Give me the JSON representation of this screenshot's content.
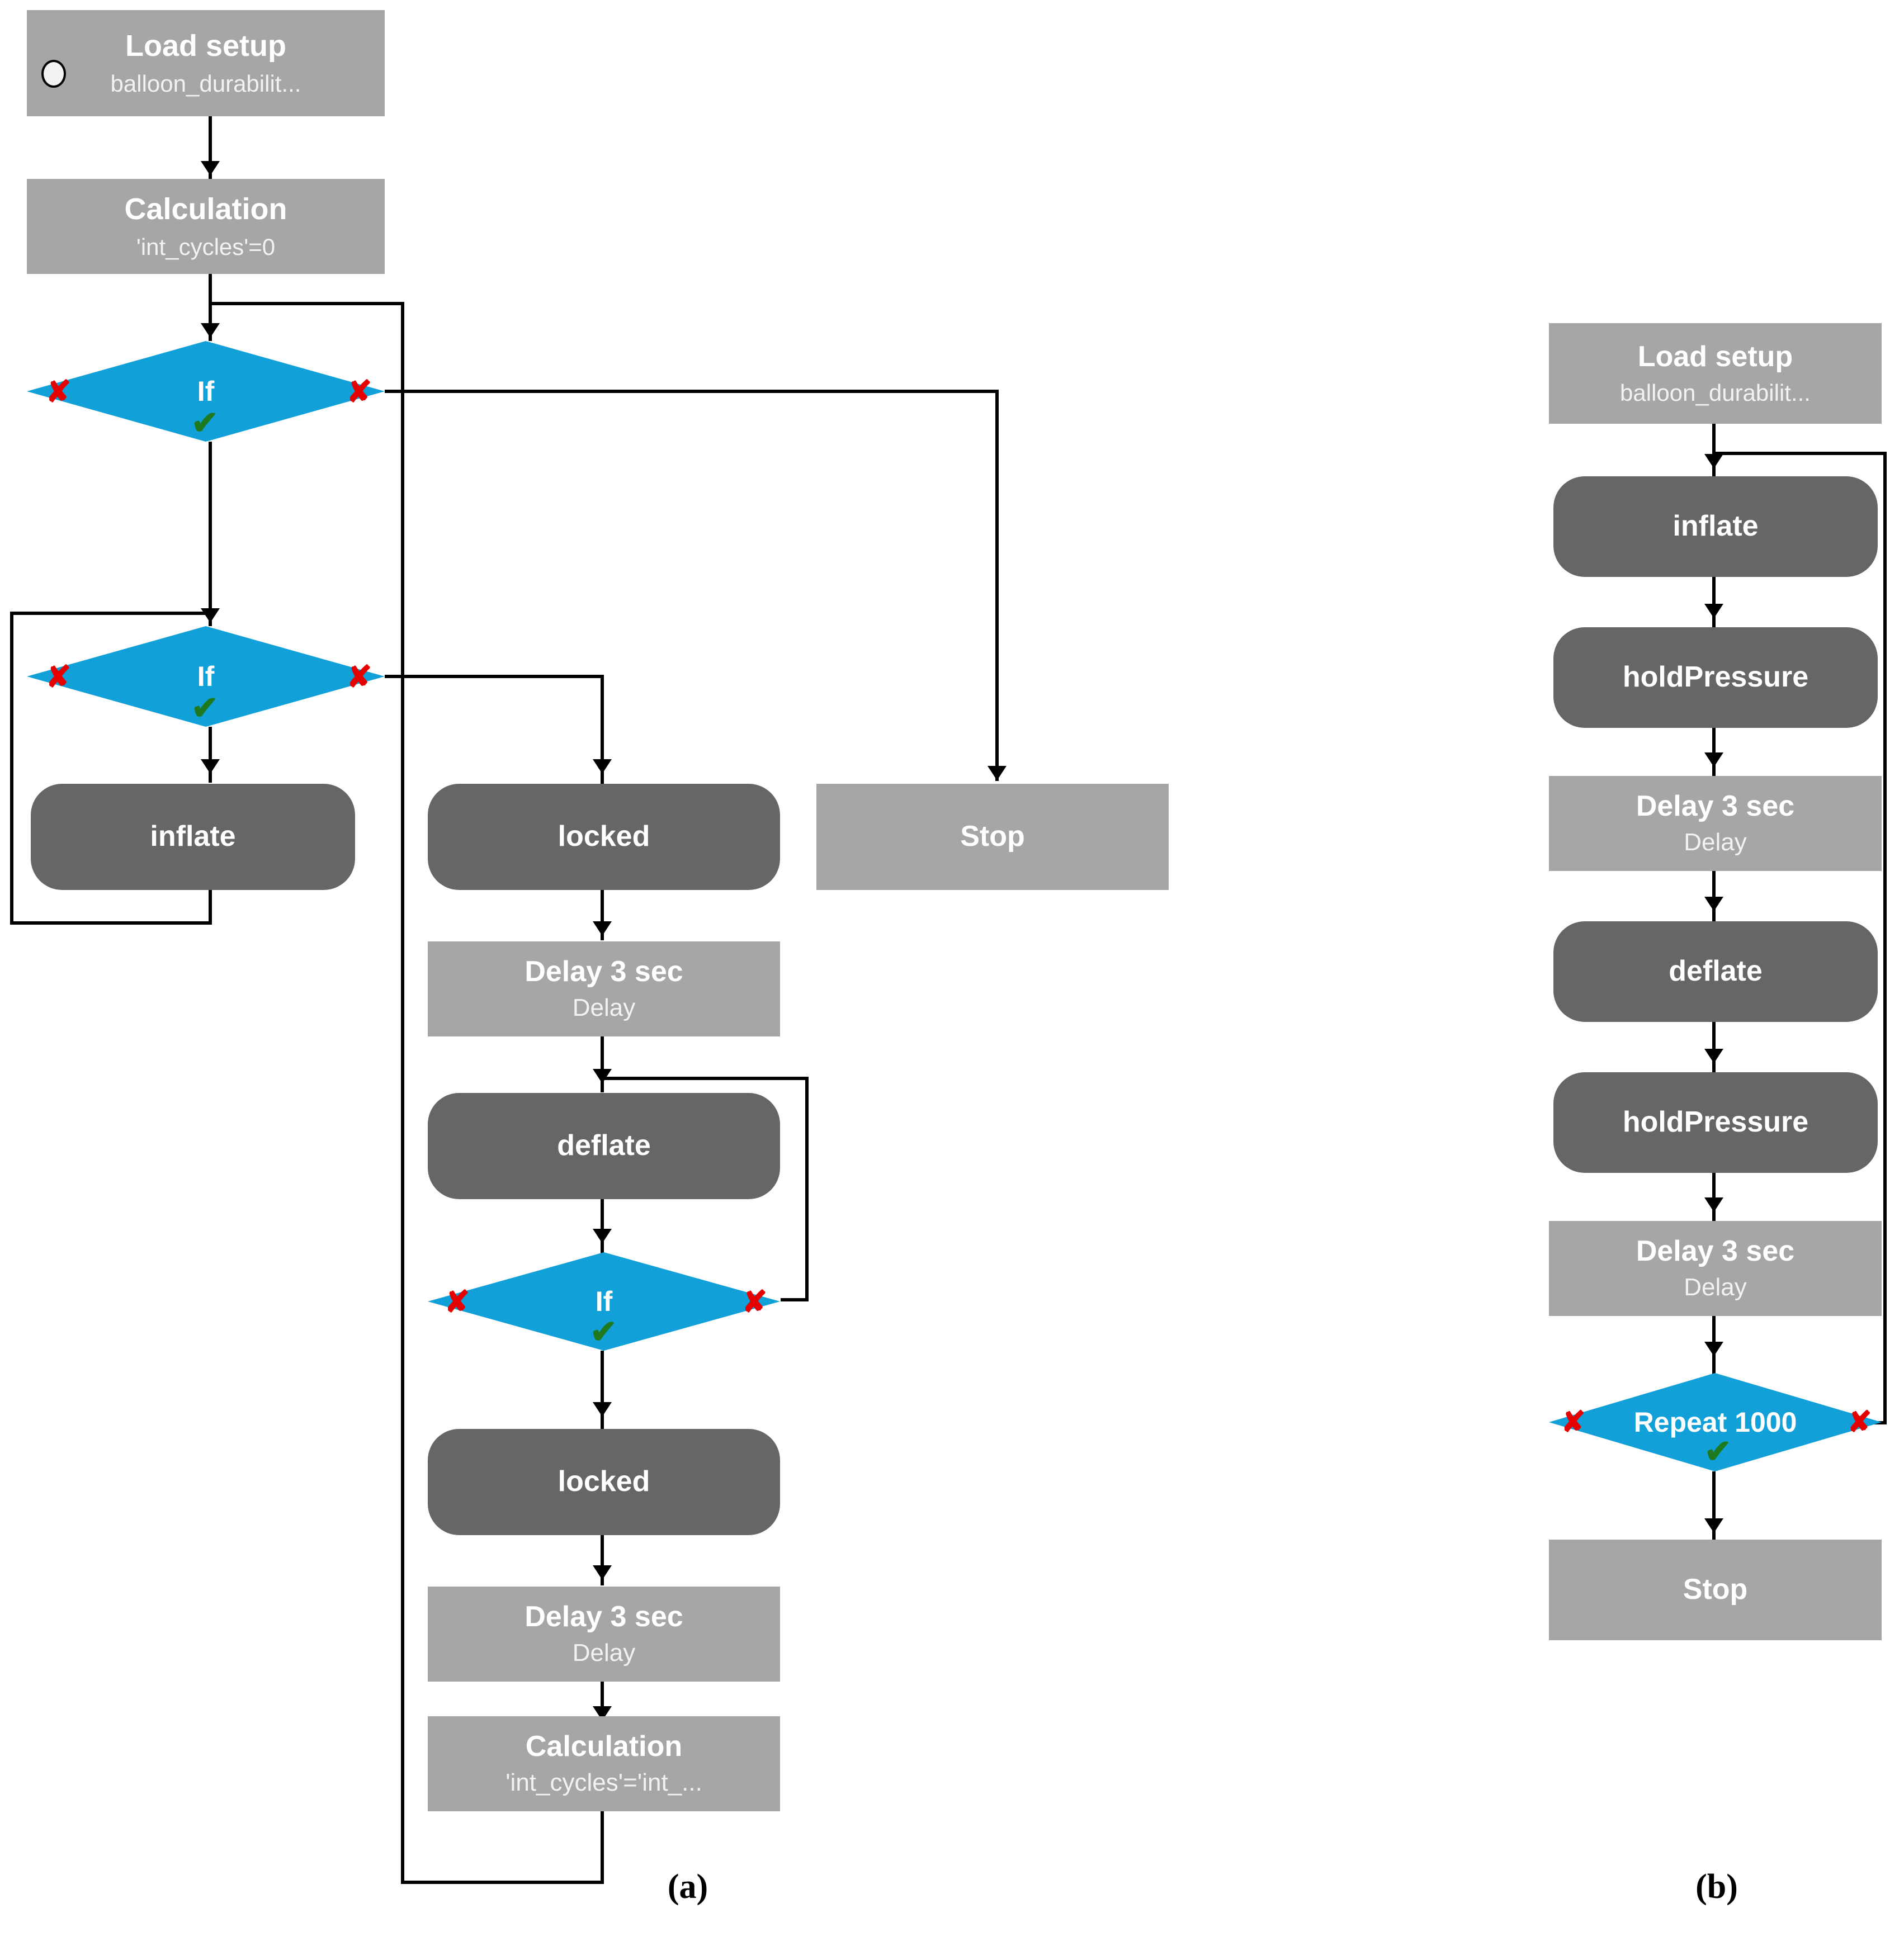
{
  "figure": {
    "panel_a_caption": "(a)",
    "panel_b_caption": "(b)",
    "colors": {
      "light_block": "#a6a6a6",
      "dark_block": "#666666",
      "decision": "#11a0d8",
      "false_mark": "#e60000",
      "true_mark": "#1f7a1f",
      "connector": "#000000"
    },
    "marks": {
      "false_glyph": "✘",
      "true_glyph": "✔"
    }
  },
  "panel_a": {
    "nodes": {
      "load_setup": {
        "title": "Load setup",
        "sub": "balloon_durabilit..."
      },
      "calc_init": {
        "title": "Calculation",
        "sub": "'int_cycles'=0"
      },
      "if_1": {
        "title": "If"
      },
      "if_2": {
        "title": "If"
      },
      "inflate": {
        "title": "inflate"
      },
      "locked_1": {
        "title": "locked"
      },
      "stop": {
        "title": "Stop"
      },
      "delay_1": {
        "title": "Delay 3 sec",
        "sub": "Delay"
      },
      "deflate": {
        "title": "deflate"
      },
      "if_3": {
        "title": "If"
      },
      "locked_2": {
        "title": "locked"
      },
      "delay_2": {
        "title": "Delay 3 sec",
        "sub": "Delay"
      },
      "calc_incr": {
        "title": "Calculation",
        "sub": "'int_cycles'='int_..."
      }
    }
  },
  "panel_b": {
    "nodes": {
      "load_setup": {
        "title": "Load setup",
        "sub": "balloon_durabilit..."
      },
      "inflate": {
        "title": "inflate"
      },
      "hold_1": {
        "title": "holdPressure"
      },
      "delay_1": {
        "title": "Delay 3 sec",
        "sub": "Delay"
      },
      "deflate": {
        "title": "deflate"
      },
      "hold_2": {
        "title": "holdPressure"
      },
      "delay_2": {
        "title": "Delay 3 sec",
        "sub": "Delay"
      },
      "repeat": {
        "title": "Repeat 1000"
      },
      "stop": {
        "title": "Stop"
      }
    }
  }
}
